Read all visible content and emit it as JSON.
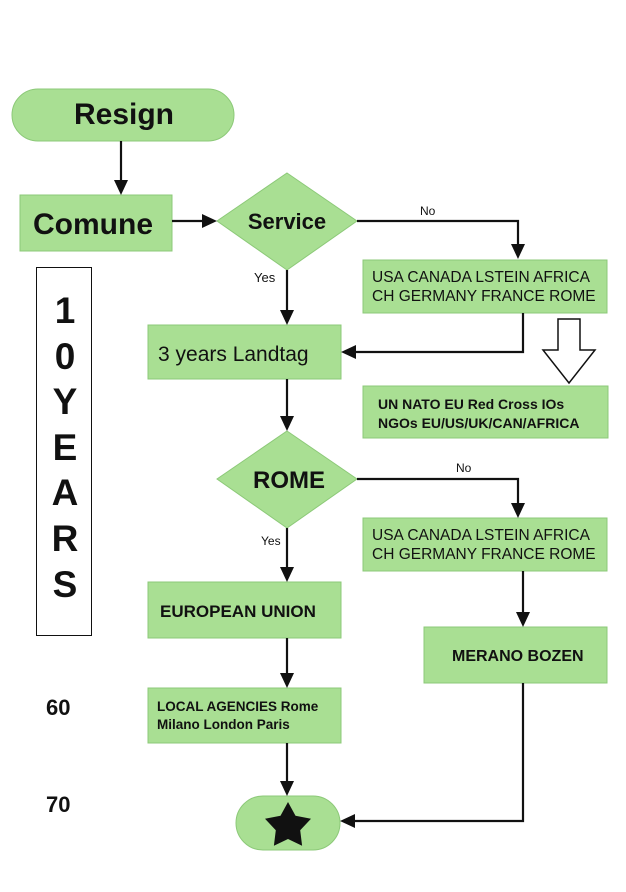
{
  "nodes": {
    "resign": "Resign",
    "comune": "Comune",
    "service": "Service",
    "countries_top_1": "USA CANADA LSTEIN AFRICA",
    "countries_top_2": "CH GERMANY FRANCE ROME",
    "landtag": "3 years Landtag",
    "orgs_1": "UN NATO EU Red Cross IOs",
    "orgs_2": "NGOs  EU/US/UK/CAN/AFRICA",
    "rome": "ROME",
    "countries_bottom_1": "USA CANADA LSTEIN AFRICA",
    "countries_bottom_2": "CH GERMANY FRANCE ROME",
    "eu": "EUROPEAN UNION",
    "merano": "MERANO BOZEN",
    "agencies_1": "LOCAL AGENCIES Rome",
    "agencies_2": "Milano London Paris"
  },
  "edge_labels": {
    "service_no": "No",
    "service_yes": "Yes",
    "rome_no": "No",
    "rome_yes": "Yes"
  },
  "side": {
    "chars": [
      "1",
      "0",
      "Y",
      "E",
      "A",
      "R",
      "S"
    ],
    "mark_60": "60",
    "mark_70": "70"
  },
  "colors": {
    "node_fill": "#a9df93",
    "line": "#111111"
  }
}
